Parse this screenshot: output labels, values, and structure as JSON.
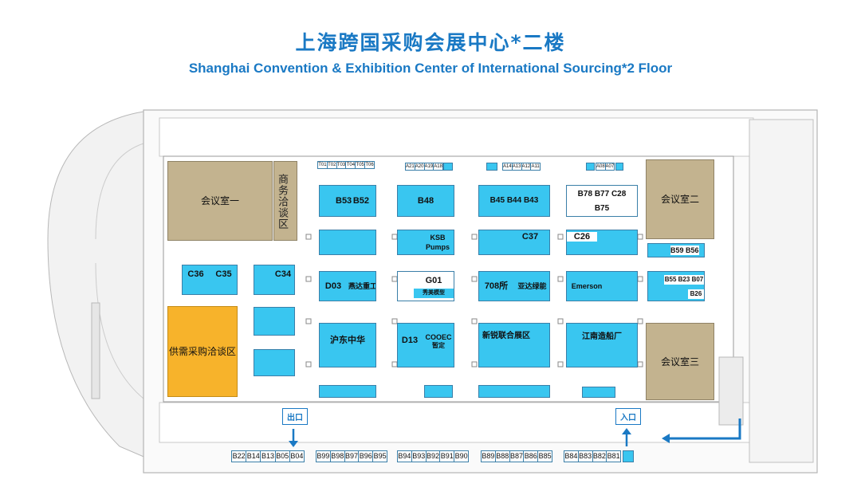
{
  "title_cn": "上海跨国采购会展中心*二楼",
  "title_en": "Shanghai Convention & Exhibition Center of International Sourcing*2 Floor",
  "rooms": {
    "meeting1": "会议室一",
    "meeting2": "会议室二",
    "meeting3": "会议室三",
    "business": "商务洽谈区",
    "supply": "供需采购洽谈区"
  },
  "top_t_row": [
    "T01",
    "T02",
    "T03",
    "T04",
    "T05",
    "T06"
  ],
  "top_a_row1": [
    "A21",
    "A20",
    "A19",
    "A18"
  ],
  "top_a_row2": [
    "A14",
    "A13",
    "A12",
    "A11"
  ],
  "top_a_row3": [
    "A08",
    "A07"
  ],
  "booths": {
    "B53": "B53",
    "B52": "B52",
    "B48": "B48",
    "B45": "B45",
    "B44": "B44",
    "B43": "B43",
    "B78": "B78",
    "B77": "B77",
    "C28": "C28",
    "B75": "B75",
    "C36": "C36",
    "C35": "C35",
    "C34": "C34",
    "C37": "C37",
    "C26": "C26",
    "B59": "B59",
    "B56": "B56",
    "B55": "B55",
    "B23": "B23",
    "B07": "B07",
    "B26": "B26",
    "D03": "D03",
    "D03_name": "燕达重工",
    "G01": "G01",
    "G01_name": "秀美模型",
    "KSB": "KSB Pumps",
    "708": "708所",
    "708b": "亚达绿能",
    "emerson": "Emerson",
    "hudong": "沪东中华",
    "D13": "D13",
    "COOEC": "COOEC",
    "COOEC_cn": "暂定",
    "xinrui": "新锐联合展区",
    "jiangnan": "江南造船厂"
  },
  "bottom_row_a": [
    "B22",
    "B14",
    "B13",
    "B05",
    "B04"
  ],
  "bottom_row_b": [
    "B99",
    "B98",
    "B97",
    "B96",
    "B95"
  ],
  "bottom_row_c": [
    "B94",
    "B93",
    "B92",
    "B91",
    "B90"
  ],
  "bottom_row_d": [
    "B89",
    "B88",
    "B87",
    "B86",
    "B85"
  ],
  "bottom_row_e": [
    "B84",
    "B83",
    "B82",
    "B81"
  ],
  "exit_label": "出口",
  "entrance_label": "入口",
  "colors": {
    "title": "#1a79c4",
    "booth": "#39c6f0",
    "room": "#c3b38f",
    "supply": "#f7b32b"
  }
}
